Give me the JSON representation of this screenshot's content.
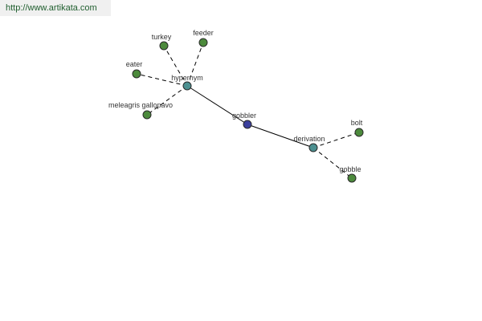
{
  "header": {
    "url": "http://www.artikata.com"
  },
  "colors": {
    "root": "#3b3f9c",
    "relation": "#4c9090",
    "word": "#4c8a3c"
  },
  "graph": {
    "nodes": [
      {
        "id": "gobbler",
        "label": "gobbler",
        "kind": "root"
      },
      {
        "id": "hypernym",
        "label": "hypernym",
        "kind": "relation"
      },
      {
        "id": "derivation",
        "label": "derivation",
        "kind": "relation"
      },
      {
        "id": "turkey",
        "label": "turkey",
        "kind": "word"
      },
      {
        "id": "feeder",
        "label": "feeder",
        "kind": "word"
      },
      {
        "id": "eater",
        "label": "eater",
        "kind": "word"
      },
      {
        "id": "meleagris",
        "label": "meleagris gallopavo",
        "kind": "word"
      },
      {
        "id": "bolt",
        "label": "bolt",
        "kind": "word"
      },
      {
        "id": "gobble",
        "label": "gobble",
        "kind": "word"
      }
    ],
    "edges": [
      {
        "from": "gobbler",
        "to": "hypernym",
        "style": "solid"
      },
      {
        "from": "gobbler",
        "to": "derivation",
        "style": "solid"
      },
      {
        "from": "hypernym",
        "to": "turkey",
        "style": "dashed"
      },
      {
        "from": "hypernym",
        "to": "feeder",
        "style": "dashed"
      },
      {
        "from": "hypernym",
        "to": "eater",
        "style": "dashed"
      },
      {
        "from": "hypernym",
        "to": "meleagris",
        "style": "dashed"
      },
      {
        "from": "derivation",
        "to": "bolt",
        "style": "dashed"
      },
      {
        "from": "derivation",
        "to": "gobble",
        "style": "dashed"
      }
    ]
  }
}
